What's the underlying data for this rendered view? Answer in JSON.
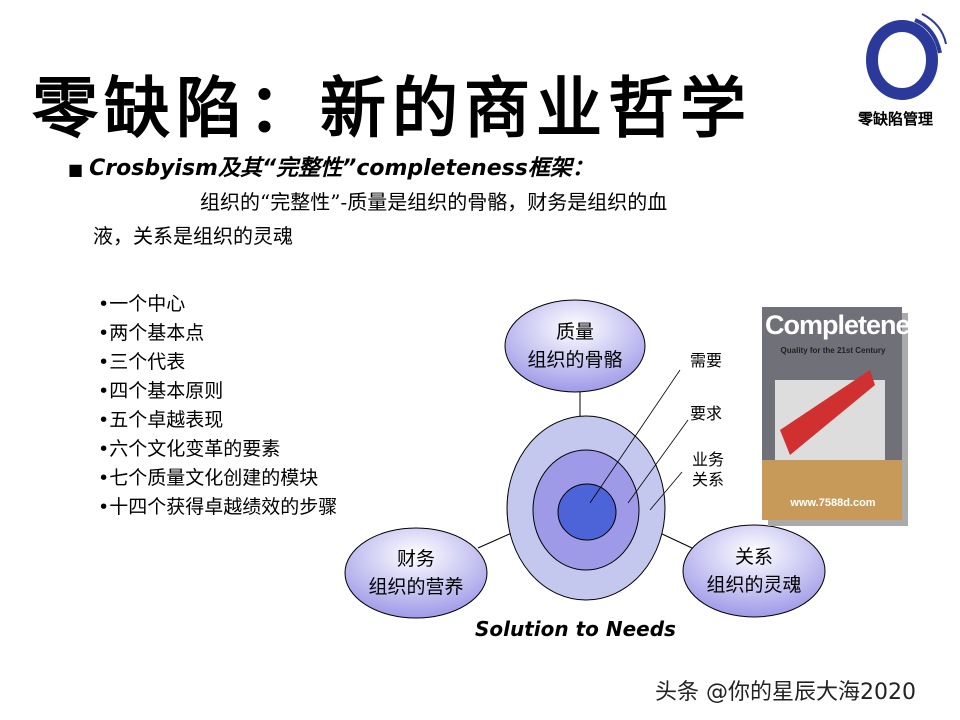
{
  "title": "零缺陷：新的商业哲学",
  "logo": {
    "text": "零缺陷管理",
    "color": "#2b3a9a"
  },
  "subtitle": {
    "bullet": "■",
    "text": "Crosbyism及其“完整性”completeness框架："
  },
  "paragraph": {
    "line1": "组织的“完整性”-质量是组织的骨骼，财务是组织的血",
    "line2": "液，关系是组织的灵魂"
  },
  "list": [
    "•一个中心",
    "•两个基本点",
    "•三个代表",
    "•四个基本原则",
    "•五个卓越表现",
    "•六个文化变革的要素",
    "•七个质量文化创建的模块",
    "•十四个获得卓越绩效的步骤"
  ],
  "diagram": {
    "top": {
      "line1": "质量",
      "line2": "组织的骨骼"
    },
    "left": {
      "line1": "财务",
      "line2": "组织的营养"
    },
    "right": {
      "line1": "关系",
      "line2": "组织的灵魂"
    },
    "ring_labels": [
      "需要",
      "要求",
      "业务",
      "关系"
    ],
    "caption": "Solution to Needs",
    "colors": {
      "outer": "#c4c8ee",
      "middle": "#9f9ae8",
      "inner": "#4d63d8"
    }
  },
  "book": {
    "title": "Completeness",
    "subtitle": "Quality for the 21st Century",
    "url": "www.7588d.com"
  },
  "watermark": "头条 @你的星辰大海2020"
}
